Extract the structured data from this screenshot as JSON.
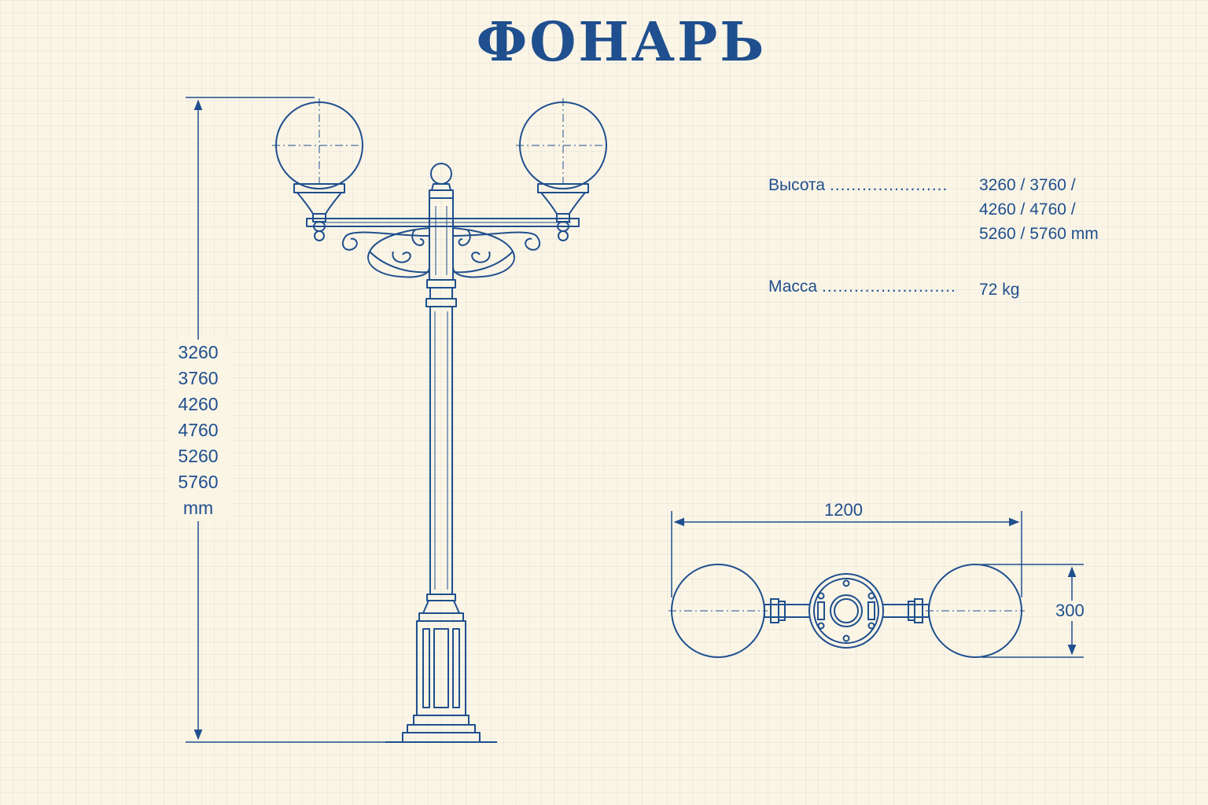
{
  "title": "ФОНАРЬ",
  "height_dimension": {
    "values": [
      "3260",
      "3760",
      "4260",
      "4760",
      "5260",
      "5760"
    ],
    "unit": "mm"
  },
  "top_view": {
    "width_label": "1200",
    "depth_label": "300"
  },
  "specs": {
    "height": {
      "label": "Высота",
      "dots": "......................",
      "lines": [
        "3260 / 3760 /",
        "4260 / 4760 /",
        "5260 / 5760 mm"
      ]
    },
    "mass": {
      "label": "Масса",
      "dots": ".........................",
      "value": "72 kg"
    }
  },
  "colors": {
    "ink": "#1f4f8e",
    "paper": "#fbf5e6"
  }
}
